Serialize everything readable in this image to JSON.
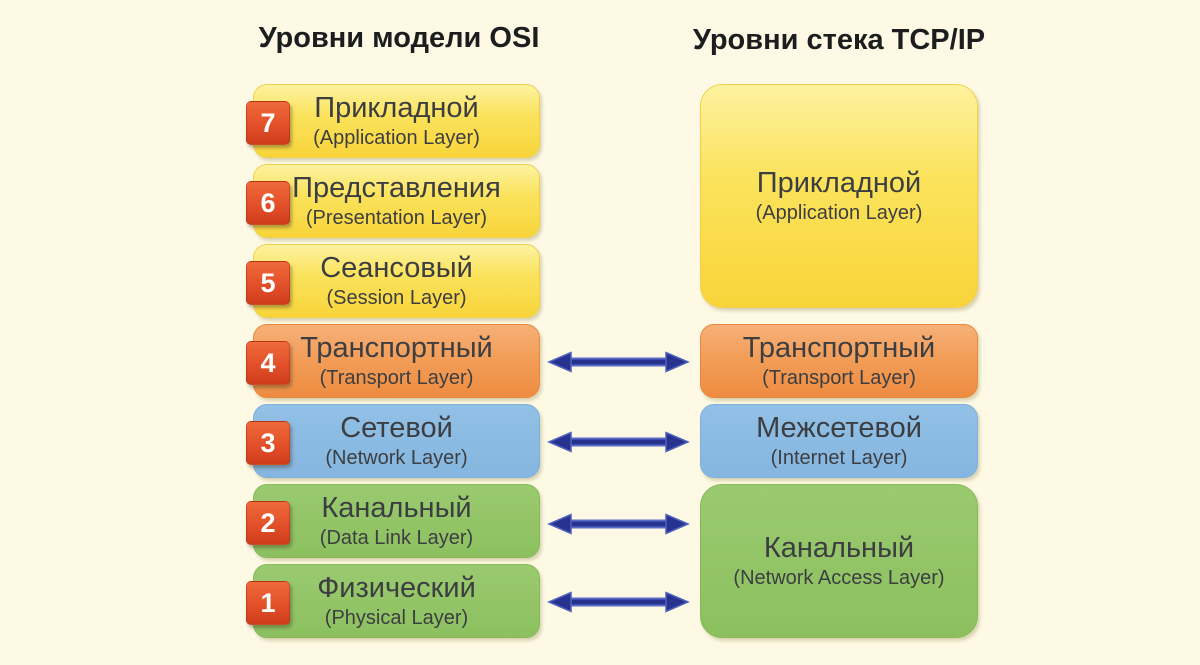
{
  "titles": {
    "osi": "Уровни модели OSI",
    "tcpip": "Уровни стека TCP/IP"
  },
  "osi": {
    "layers": [
      {
        "num": "7",
        "title": "Прикладной",
        "subtitle": "(Application Layer)",
        "color": "yellow"
      },
      {
        "num": "6",
        "title": "Представления",
        "subtitle": "(Presentation Layer)",
        "color": "yellow"
      },
      {
        "num": "5",
        "title": "Сеансовый",
        "subtitle": "(Session Layer)",
        "color": "yellow"
      },
      {
        "num": "4",
        "title": "Транспортный",
        "subtitle": "(Transport Layer)",
        "color": "orange"
      },
      {
        "num": "3",
        "title": "Сетевой",
        "subtitle": "(Network Layer)",
        "color": "blue"
      },
      {
        "num": "2",
        "title": "Канальный",
        "subtitle": "(Data Link Layer)",
        "color": "green"
      },
      {
        "num": "1",
        "title": "Физический",
        "subtitle": "(Physical Layer)",
        "color": "green"
      }
    ]
  },
  "tcpip": {
    "layers": [
      {
        "title": "Прикладной",
        "subtitle": "(Application Layer)",
        "color": "yellow",
        "spans_osi": [
          "7",
          "6",
          "5"
        ]
      },
      {
        "title": "Транспортный",
        "subtitle": "(Transport Layer)",
        "color": "orange",
        "spans_osi": [
          "4"
        ]
      },
      {
        "title": "Межсетевой",
        "subtitle": "(Internet Layer)",
        "color": "blue",
        "spans_osi": [
          "3"
        ]
      },
      {
        "title": "Канальный",
        "subtitle": "(Network Access Layer)",
        "color": "green",
        "spans_osi": [
          "2",
          "1"
        ]
      }
    ]
  },
  "arrows": {
    "description": "double-headed horizontal arrows linking equivalent layers",
    "count": 4,
    "links": [
      {
        "from": "Транспортный (OSI 4)",
        "to": "Транспортный (TCP/IP)"
      },
      {
        "from": "Сетевой (OSI 3)",
        "to": "Межсетевой (TCP/IP)"
      },
      {
        "from": "Канальный (OSI 2)",
        "to": "Канальный (TCP/IP)"
      },
      {
        "from": "Физический (OSI 1)",
        "to": "Канальный (TCP/IP)"
      }
    ]
  },
  "colors": {
    "background": "#fdf9e4",
    "yellow_layer": "#f8d43a",
    "orange_layer": "#f0984f",
    "blue_layer": "#88b8e0",
    "green_layer": "#90c365",
    "badge": "#e2502a",
    "badge_text": "#ffffff",
    "arrow": "#27338f",
    "layer_text": "#3c3e41",
    "title_text": "#1c1d1f"
  }
}
